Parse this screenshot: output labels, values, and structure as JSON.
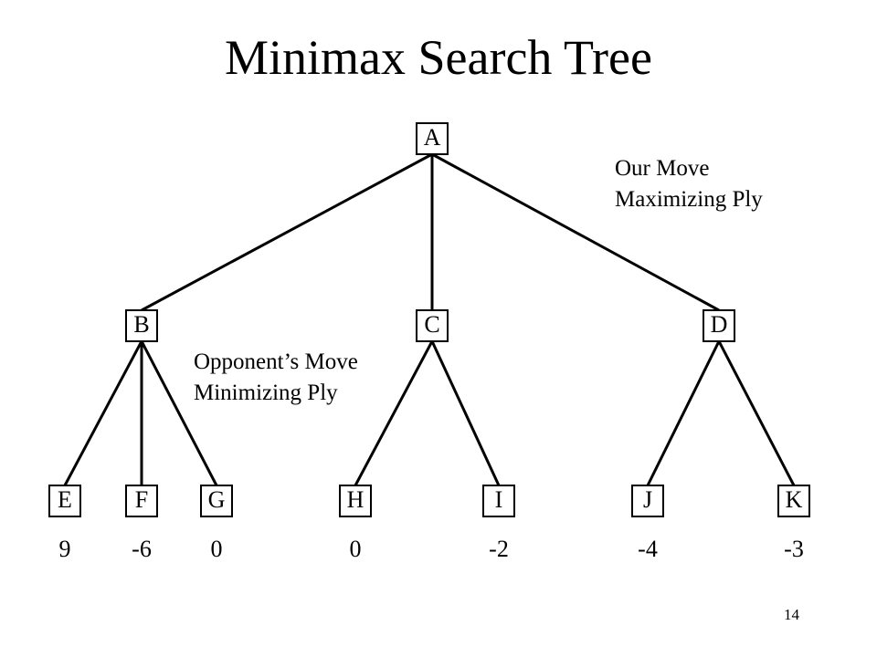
{
  "title": "Minimax Search Tree",
  "nodes": [
    "A",
    "B",
    "C",
    "D",
    "E",
    "F",
    "G",
    "H",
    "I",
    "J",
    "K"
  ],
  "leaf_values": {
    "E": "9",
    "F": "-6",
    "G": "0",
    "H": "0",
    "I": "-2",
    "J": "-4",
    "K": "-3"
  },
  "edges": [
    [
      "A",
      "B"
    ],
    [
      "A",
      "C"
    ],
    [
      "A",
      "D"
    ],
    [
      "B",
      "E"
    ],
    [
      "B",
      "F"
    ],
    [
      "B",
      "G"
    ],
    [
      "C",
      "H"
    ],
    [
      "C",
      "I"
    ],
    [
      "D",
      "J"
    ],
    [
      "D",
      "K"
    ]
  ],
  "annotations": {
    "max_line1": "Our Move",
    "max_line2": "Maximizing Ply",
    "min_line1": "Opponent’s Move",
    "min_line2": "Minimizing Ply"
  },
  "page_number": "14"
}
